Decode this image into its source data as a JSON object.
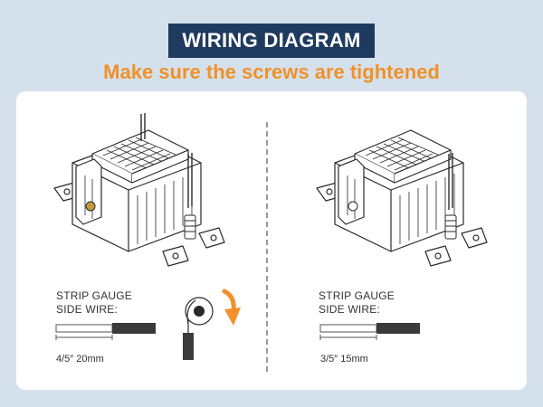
{
  "header": {
    "title": "WIRING DIAGRAM",
    "subtitle": "Make sure the screws are tightened"
  },
  "left": {
    "label_line1": "STRIP GAUGE",
    "label_line2": "SIDE WIRE:",
    "measure": "4/5″ 20mm"
  },
  "right": {
    "label_line1": "STRIP GAUGE",
    "label_line2": "SIDE WIRE:",
    "measure": "3/5″ 15mm"
  },
  "colors": {
    "title_bg": "#1f3a5f",
    "subtitle": "#f0912a",
    "background": "#d4e1ec",
    "arrow": "#f0912a",
    "wire_insulation": "#3a3a3a",
    "brass_screw": "#c49a3a"
  },
  "icons": {
    "outlet": "outlet-receptacle-icon",
    "wire_loop": "wire-hook-icon",
    "rotate": "clockwise-arrow-icon"
  }
}
